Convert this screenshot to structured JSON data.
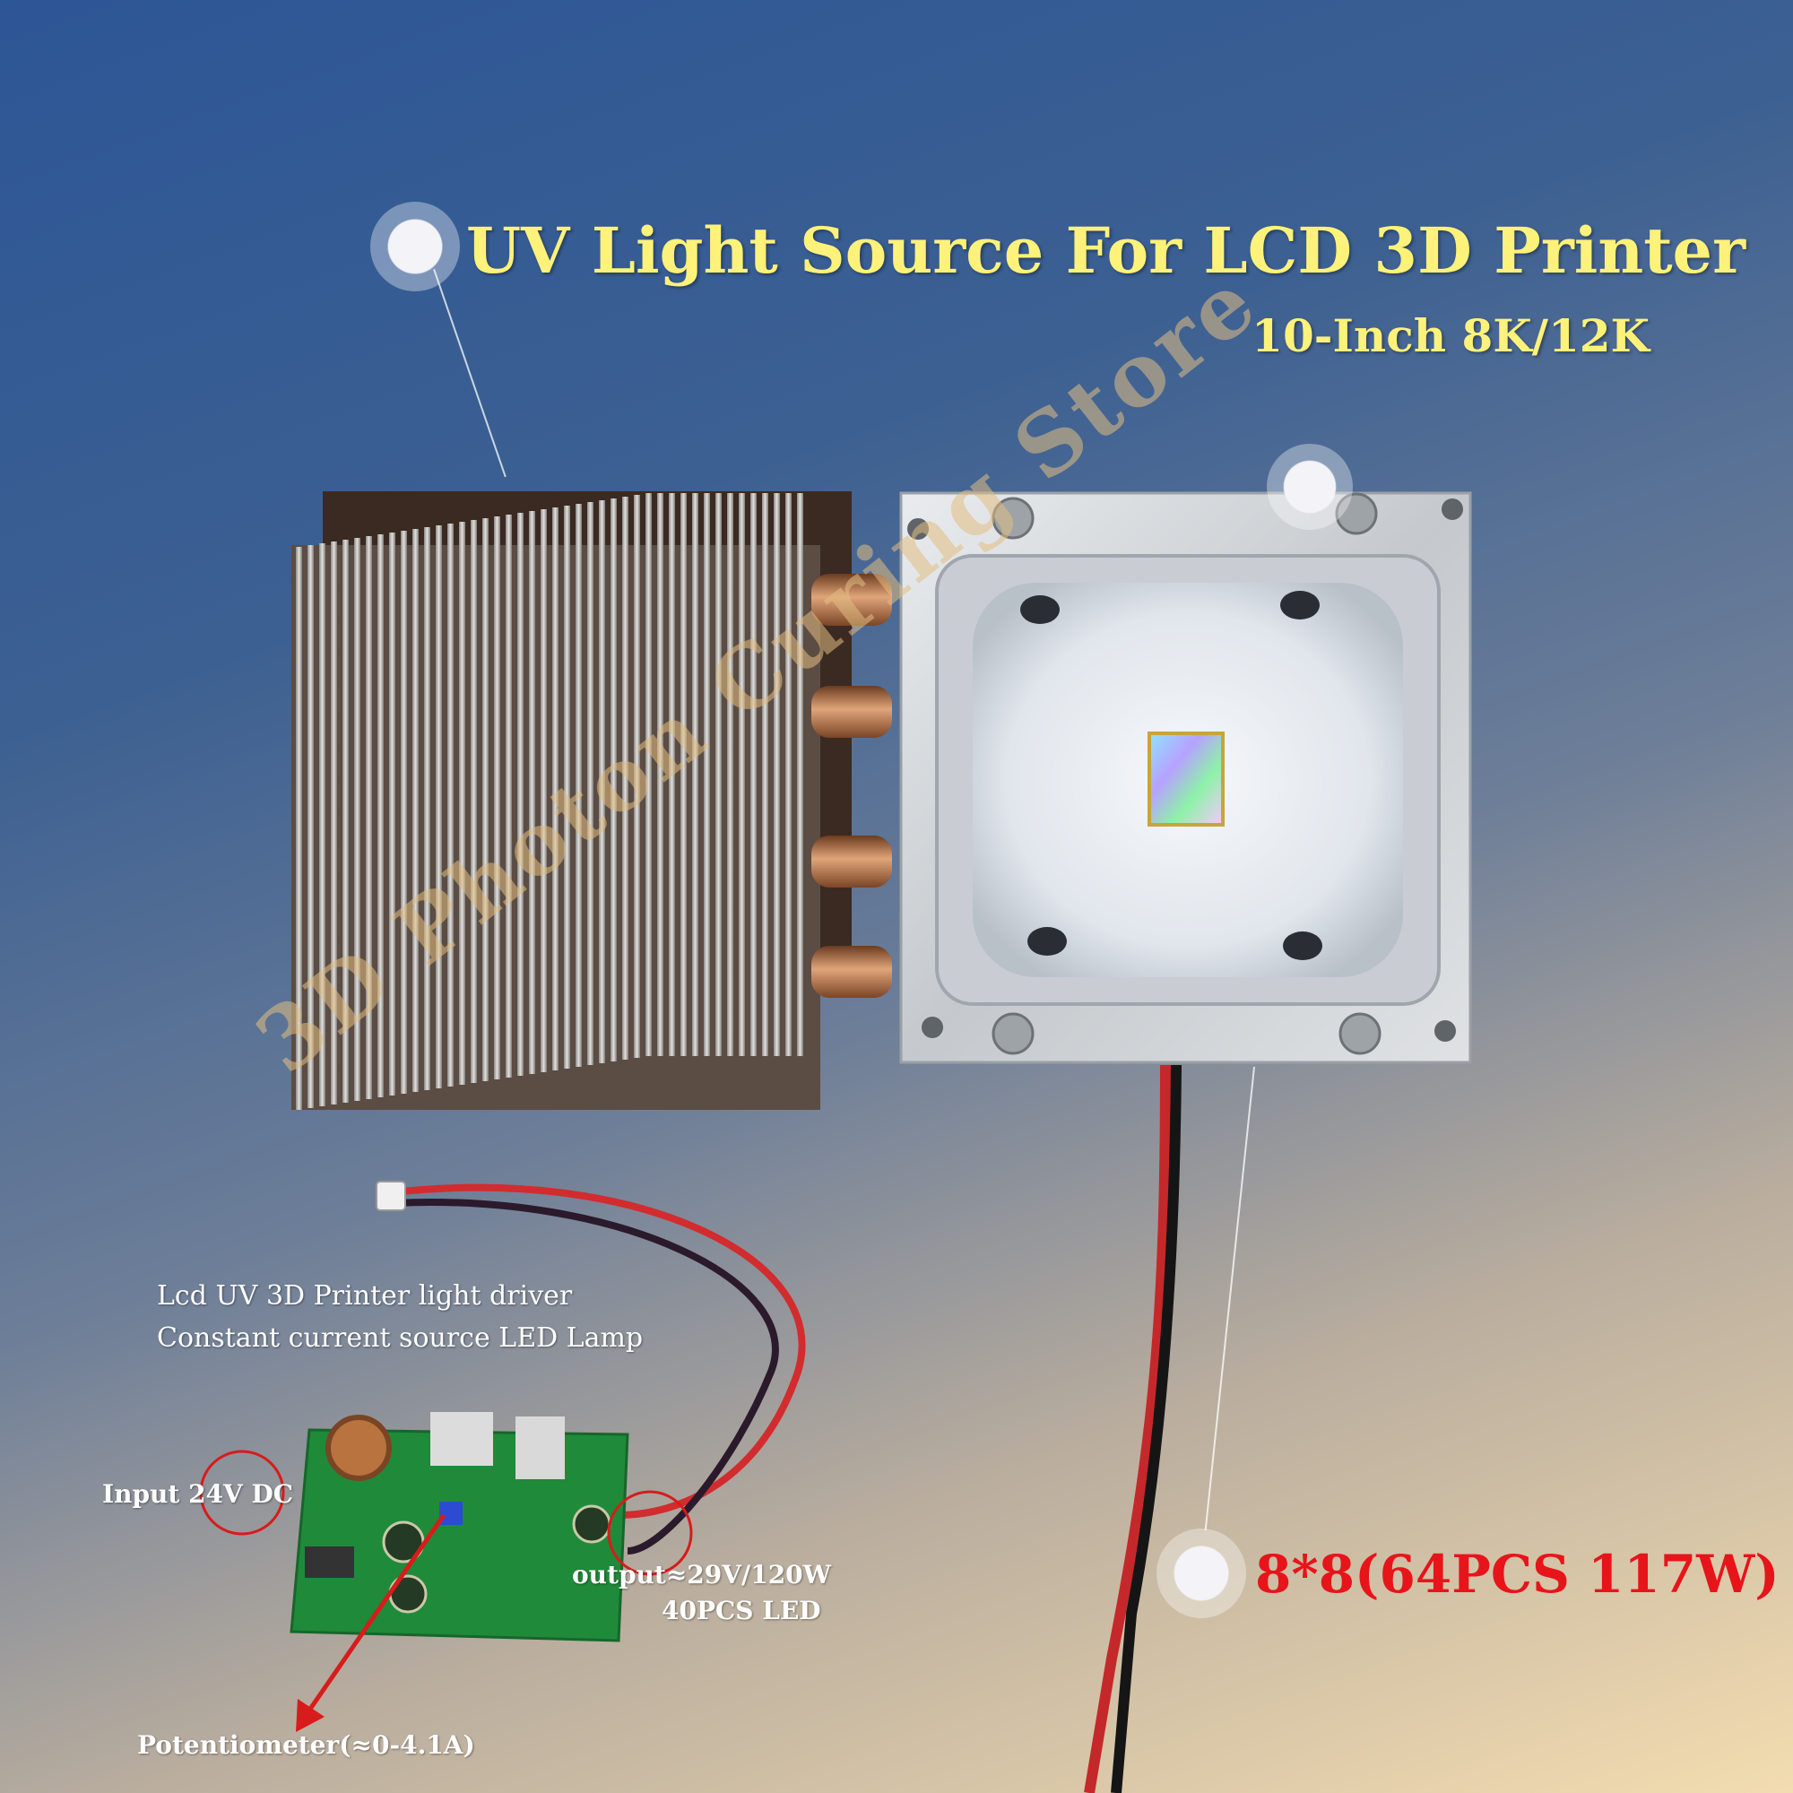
{
  "header": {
    "title": "UV Light Source For LCD 3D Printer",
    "subtitle": "10-Inch 8K/12K"
  },
  "led_module": {
    "spec": "8*8(64PCS 117W)"
  },
  "driver": {
    "line1": "Lcd UV 3D Printer light driver",
    "line2": "Constant current source LED Lamp",
    "input_label": "Input 24V DC",
    "output_label": "output≈29V/120W",
    "output_sub": "40PCS LED",
    "pot_label": "Potentiometer(≈0-4.1A)"
  },
  "watermark": "3D Photon Curing Store",
  "colors": {
    "title": "#fff27a",
    "spec": "#e7141a",
    "marker": "#d81b1b",
    "pcb": "#1f8a3a"
  }
}
